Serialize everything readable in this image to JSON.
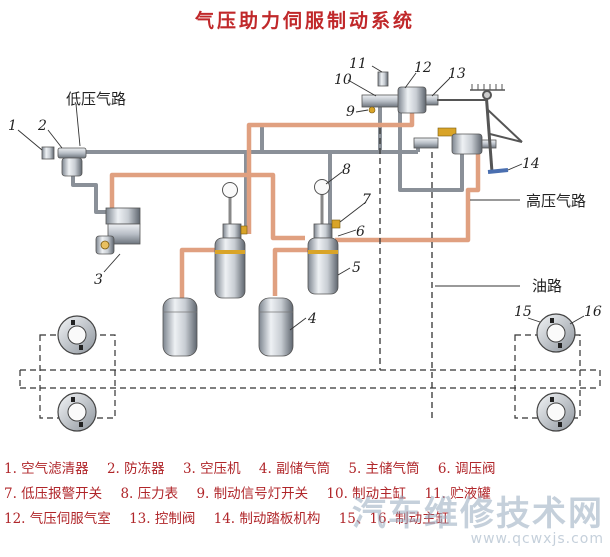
{
  "title": "气压助力伺服制动系统",
  "labels": {
    "low_pressure_line": "低压气路",
    "high_pressure_line": "高压气路",
    "oil_line": "油路"
  },
  "callouts": [
    "1",
    "2",
    "3",
    "4",
    "5",
    "6",
    "7",
    "8",
    "9",
    "10",
    "11",
    "12",
    "13",
    "14",
    "15",
    "16"
  ],
  "legend": [
    [
      "1. 空气滤清器",
      "2. 防冻器",
      "3. 空压机",
      "4. 副储气筒",
      "5. 主储气筒",
      "6. 调压阀"
    ],
    [
      "7. 低压报警开关",
      "8. 压力表",
      "9. 制动信号灯开关",
      "10. 制动主缸",
      "11. 贮液罐"
    ],
    [
      "12. 气压伺服气室",
      "13. 控制阀",
      "14. 制动踏板机构",
      "15、16. 制动主缸"
    ]
  ],
  "watermark": {
    "line1": "汽车维修技术网",
    "line2": "www.qcwxjs.com"
  },
  "colors": {
    "title": "#c0282a",
    "legend_text": "#b0262a",
    "air_pipe": "#8a9098",
    "high_pressure_pipe": "#e0a080",
    "oil_line": "#222222",
    "component_grey": "#cdd3da",
    "brass": "#d9a428"
  }
}
